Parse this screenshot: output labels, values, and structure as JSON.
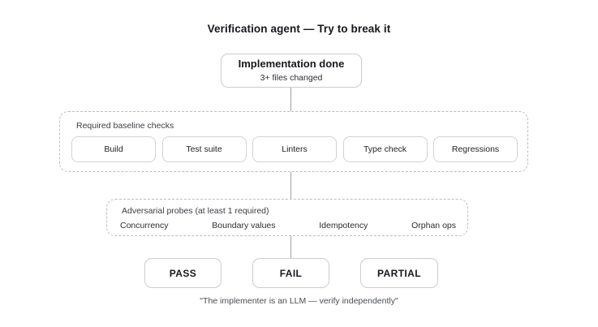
{
  "diagram": {
    "title": "Verification agent — Try to break it",
    "footer_quote": "\"The implementer is an LLM — verify independently\"",
    "start_node": {
      "title": "Implementation done",
      "subtitle": "3+ files changed"
    },
    "baseline_group": {
      "label": "Required baseline checks",
      "checks": [
        {
          "label": "Build"
        },
        {
          "label": "Test suite"
        },
        {
          "label": "Linters"
        },
        {
          "label": "Type check"
        },
        {
          "label": "Regressions"
        }
      ]
    },
    "probes_group": {
      "label": "Adversarial probes (at least 1 required)",
      "probes": [
        {
          "label": "Concurrency"
        },
        {
          "label": "Boundary values"
        },
        {
          "label": "Idempotency"
        },
        {
          "label": "Orphan ops"
        }
      ]
    },
    "outcomes": [
      {
        "label": "PASS"
      },
      {
        "label": "FAIL"
      },
      {
        "label": "PARTIAL"
      }
    ],
    "colors": {
      "background": "#ffffff",
      "text": "#16181c",
      "muted_text": "#4a4d52",
      "node_border": "#c9ccd1",
      "group_border": "#b9bcc2",
      "connector": "#9ea1a7"
    }
  }
}
